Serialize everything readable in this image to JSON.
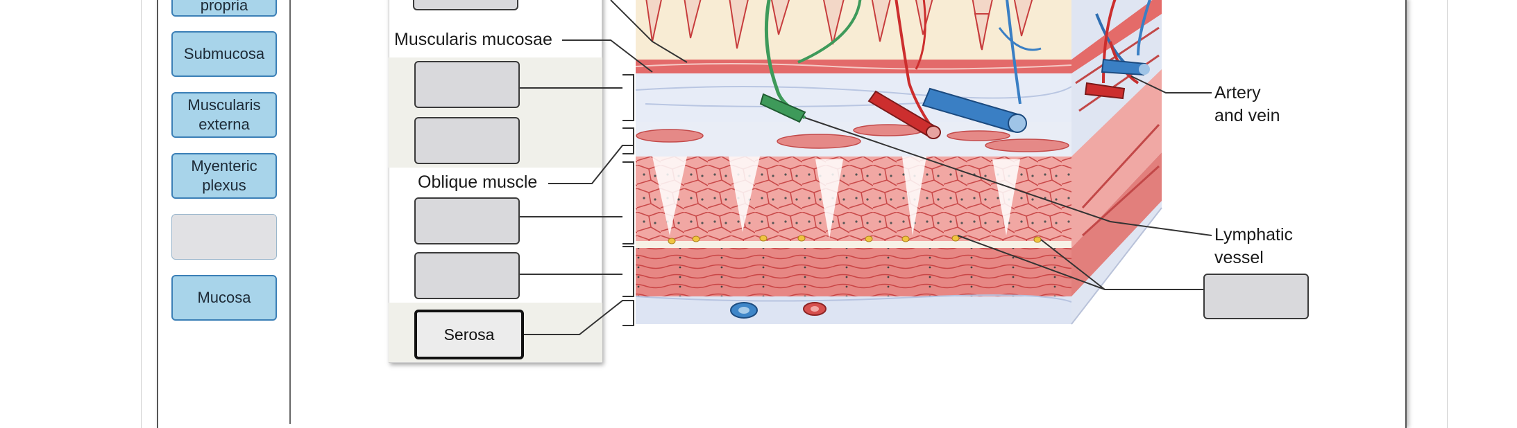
{
  "bank": {
    "items": [
      {
        "label": "propria"
      },
      {
        "label": "Submucosa"
      },
      {
        "label": "Muscularis\nexterna"
      },
      {
        "label": "Myenteric\nplexus"
      },
      {
        "label": ""
      },
      {
        "label": "Mucosa"
      }
    ]
  },
  "diagram": {
    "labels": {
      "muscularis_mucosae": "Muscularis mucosae",
      "oblique_muscle": "Oblique muscle",
      "artery_vein_line1": "Artery",
      "artery_vein_line2": "and vein",
      "lymphatic_line1": "Lymphatic",
      "lymphatic_line2": "vessel"
    },
    "targets": {
      "serosa": "Serosa"
    }
  },
  "colors": {
    "chip_fill": "#a8d4ea",
    "chip_border": "#3b7fb6",
    "tissue_pink": "#f2b8b4",
    "muscle_red": "#d9615e",
    "submucosa_blue": "#e6ecf6",
    "artery_red": "#cc2e2e",
    "vein_blue": "#3a7fc4",
    "lymph_green": "#3e9a5a"
  }
}
